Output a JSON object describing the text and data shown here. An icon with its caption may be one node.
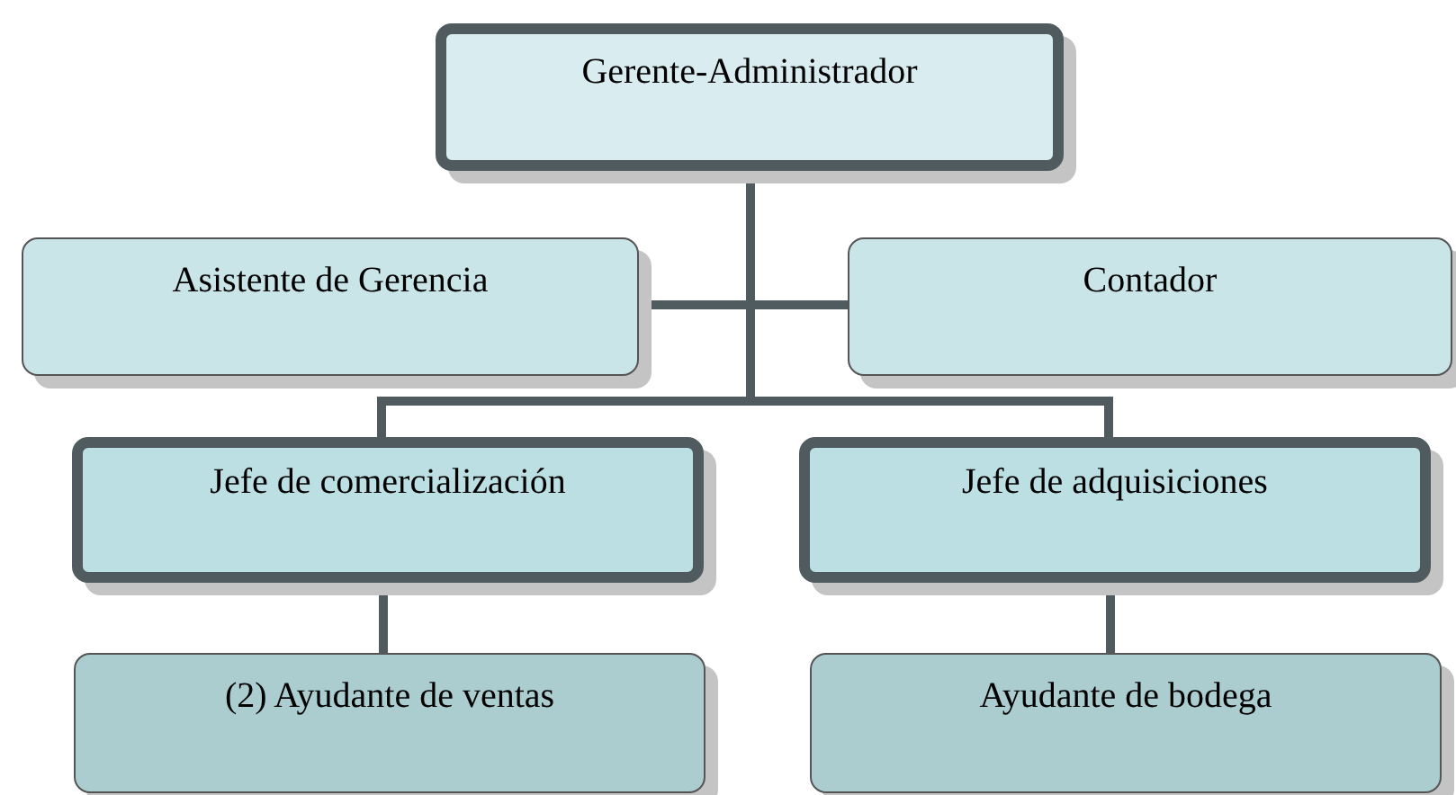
{
  "diagram": {
    "nodes": [
      {
        "text": [
          "Gerente-Administrador"
        ]
      },
      {
        "text": [
          "Asistente de Gerencia"
        ]
      },
      {
        "text": [
          "Contador"
        ]
      },
      {
        "text": [
          "Jefe de comercialización"
        ]
      },
      {
        "text": [
          "Jefe de adquisiciones"
        ]
      },
      {
        "text": [
          "(2) Ayudante de ventas"
        ]
      },
      {
        "text": [
          "Ayudante de bodega"
        ]
      }
    ],
    "edges": [
      {
        "from": 0,
        "to": 1,
        "arrow": "none"
      },
      {
        "from": 0,
        "to": 2,
        "arrow": "none"
      },
      {
        "from": 0,
        "to": 3,
        "arrow": "none"
      },
      {
        "from": 0,
        "to": 4,
        "arrow": "none"
      },
      {
        "from": 3,
        "to": 5,
        "arrow": "none"
      },
      {
        "from": 4,
        "to": 6,
        "arrow": "none"
      }
    ]
  }
}
